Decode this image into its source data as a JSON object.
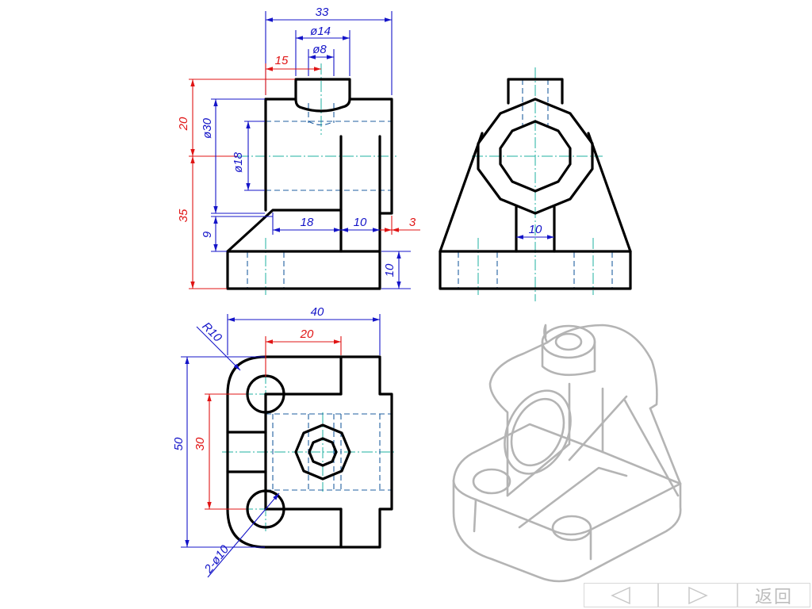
{
  "dimensions": {
    "front": {
      "overall_width": "33",
      "boss_outer_dia": "ø14",
      "boss_hole_dia": "ø8",
      "boss_offset": "15",
      "boss_height": "20",
      "bore_outer_dia": "ø30",
      "bore_dia": "ø18",
      "center_height": "35",
      "step_height": "9",
      "step_length": "18",
      "rib_thickness": "10",
      "back_offset": "3",
      "base_thickness": "10"
    },
    "side": {
      "rib_width": "10"
    },
    "top": {
      "overall_length": "40",
      "hole_spacing_x": "20",
      "corner_radius": "R10",
      "overall_width": "50",
      "hole_spacing_y": "30",
      "holes": "2-ø10"
    }
  },
  "navigation": {
    "prev_icon": "triangle-left-icon",
    "next_icon": "triangle-right-icon",
    "back_label": "返回"
  },
  "colors": {
    "object_line": "#000000",
    "dimension_blue": "#1414c8",
    "dimension_red": "#e01414",
    "center_line": "#1fb0a0",
    "hidden_line": "#1f5fa0",
    "isometric_gray": "#b4b4b4"
  }
}
